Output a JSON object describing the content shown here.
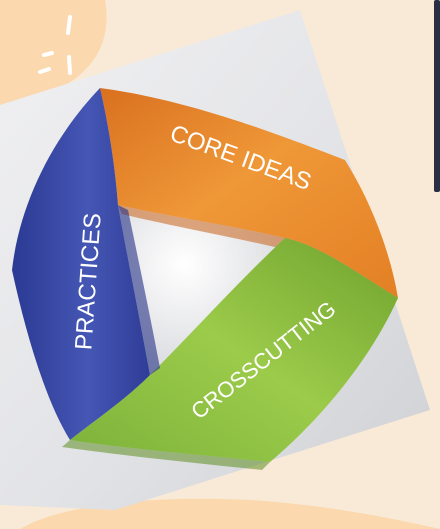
{
  "diagram": {
    "segments": [
      {
        "label": "CORE IDEAS",
        "color": "#e8892f"
      },
      {
        "label": "CROSSCUTTING",
        "color": "#8cbf3f"
      },
      {
        "label": "PRACTICES",
        "color": "#3b4ba8"
      }
    ]
  },
  "theme": {
    "background": "#f9ead7",
    "accent_peach": "#fbd8ad",
    "panel_dark": "#2b2d42"
  }
}
